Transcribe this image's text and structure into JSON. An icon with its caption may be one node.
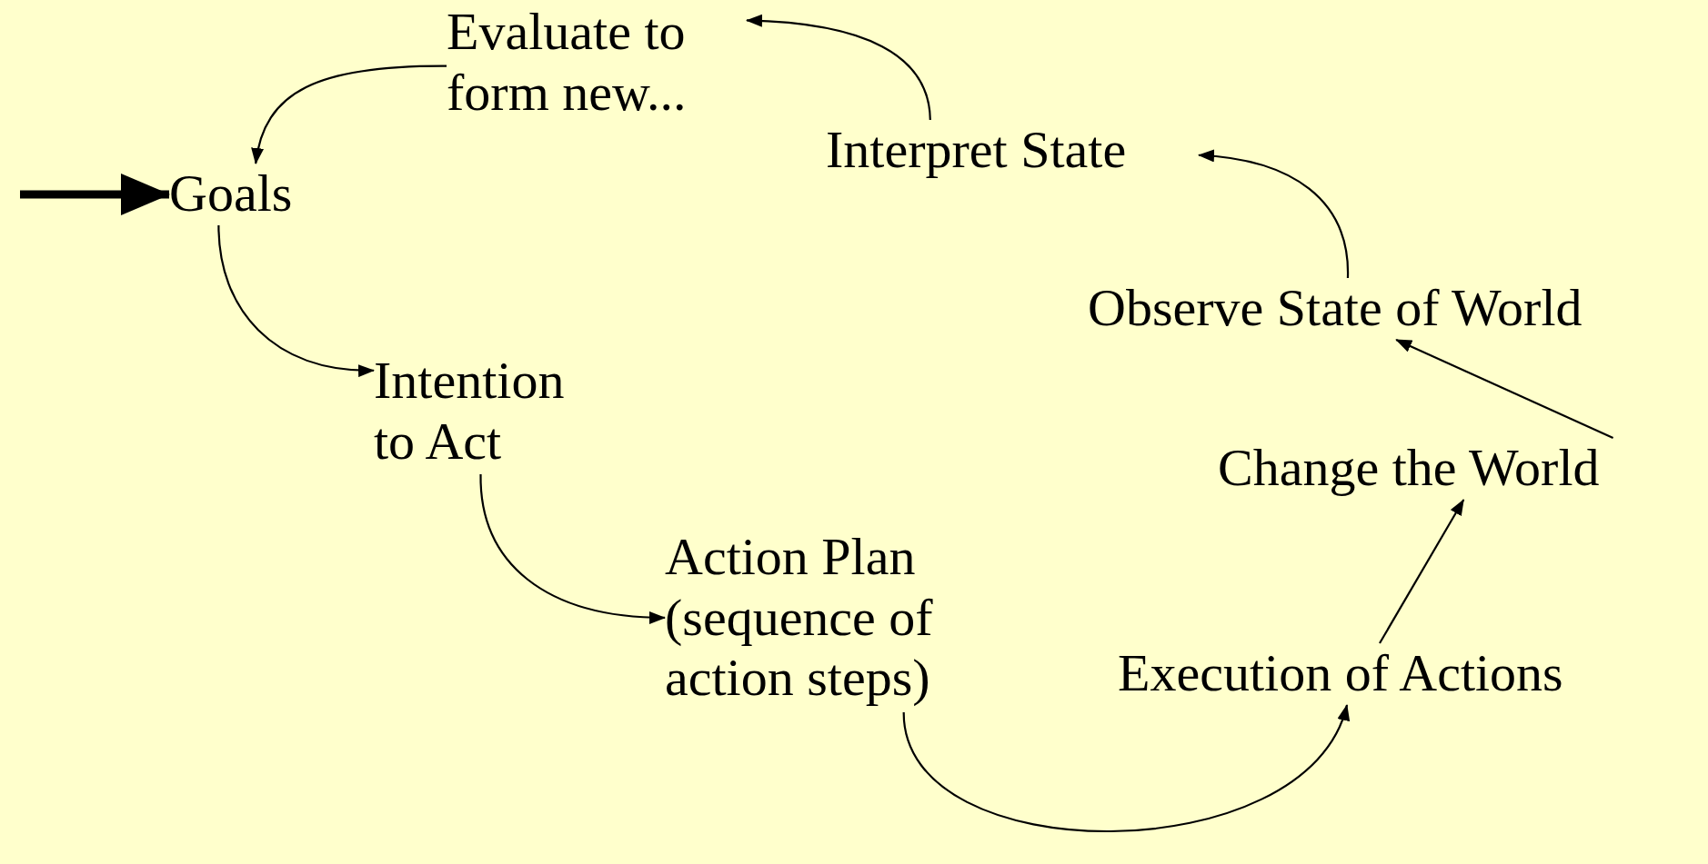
{
  "diagram": {
    "nodes": [
      {
        "text": [
          "Goals"
        ]
      },
      {
        "text": [
          "Intention to Act"
        ]
      },
      {
        "text": [
          "Action Plan (sequence of action steps)"
        ]
      },
      {
        "text": [
          "Execution of Actions"
        ]
      },
      {
        "text": [
          "Change the World"
        ]
      },
      {
        "text": [
          "Observe State of World"
        ]
      },
      {
        "text": [
          "Interpret State"
        ]
      },
      {
        "text": [
          "Evaluate to form new..."
        ]
      }
    ],
    "edges": [
      {
        "from": null,
        "to": 0,
        "arrow": "to",
        "style": "thick"
      },
      {
        "from": 0,
        "to": 1,
        "arrow": "to"
      },
      {
        "from": 1,
        "to": 2,
        "arrow": "to"
      },
      {
        "from": 2,
        "to": 3,
        "arrow": "to"
      },
      {
        "from": 3,
        "to": 4,
        "arrow": "to"
      },
      {
        "from": 4,
        "to": 5,
        "arrow": "to"
      },
      {
        "from": 5,
        "to": 6,
        "arrow": "to"
      },
      {
        "from": 6,
        "to": 7,
        "arrow": "to"
      },
      {
        "from": 7,
        "to": 0,
        "arrow": "to"
      }
    ]
  }
}
